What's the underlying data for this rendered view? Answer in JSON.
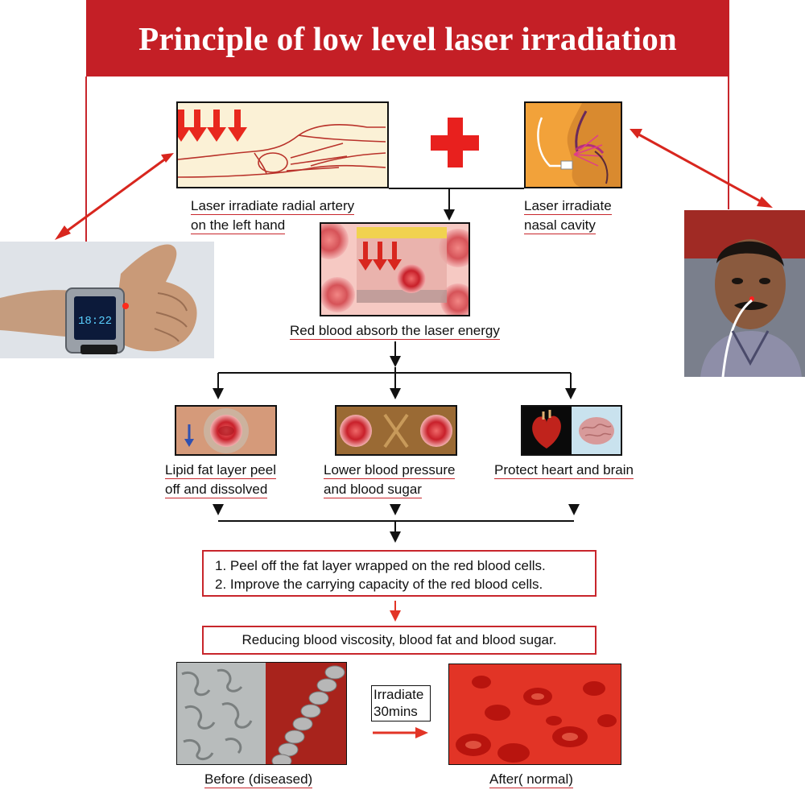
{
  "title": "Principle of low level laser irradiation",
  "steps": {
    "hand_caption_1": "Laser irradiate radial artery",
    "hand_caption_2": "on the left hand",
    "nasal_caption_1": "Laser irradiate",
    "nasal_caption_2": "nasal cavity",
    "absorb_caption": "Red blood absorb the laser energy",
    "lipid_caption_1": "Lipid fat layer peel",
    "lipid_caption_2": "off and dissolved",
    "pressure_caption_1": "Lower blood pressure",
    "pressure_caption_2": "and blood sugar",
    "protect_caption": "Protect heart and brain"
  },
  "result_box": {
    "line1": "1. Peel off the fat layer wrapped on the red blood cells.",
    "line2": "2. Improve the carrying capacity of the red blood cells."
  },
  "reduce_box": "Reducing blood viscosity, blood fat and blood sugar.",
  "irradiate_label_1": "Irradiate",
  "irradiate_label_2": "30mins",
  "before_caption": "Before (diseased)",
  "after_caption": "After( normal)",
  "watch_display": "18:22",
  "colors": {
    "brand_red": "#c41f26",
    "arrow_black": "#111111"
  }
}
